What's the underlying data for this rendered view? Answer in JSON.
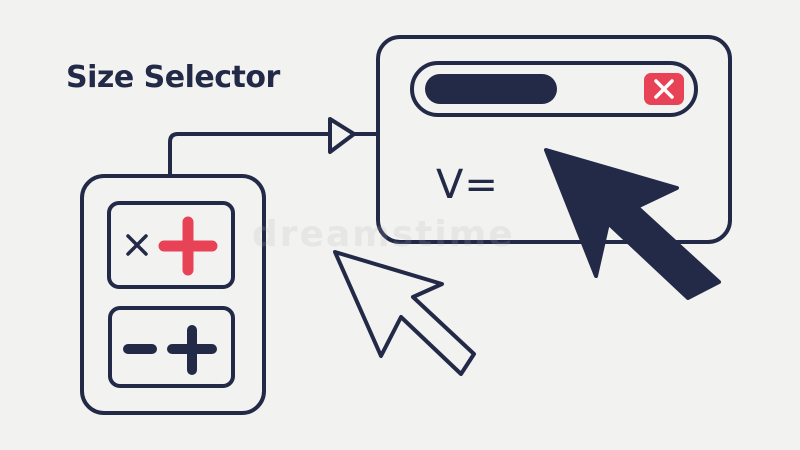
{
  "title": "Size Selector",
  "window": {
    "formula_label": "V="
  },
  "watermark": "dreamstime",
  "colors": {
    "ink": "#232a47",
    "accent": "#e84257",
    "background": "#f2f2f1"
  },
  "icons": {
    "close": "close-x-icon",
    "multiply": "multiply-icon",
    "plus": "plus-icon",
    "minus": "minus-icon",
    "cursor": "arrow-cursor-icon"
  }
}
